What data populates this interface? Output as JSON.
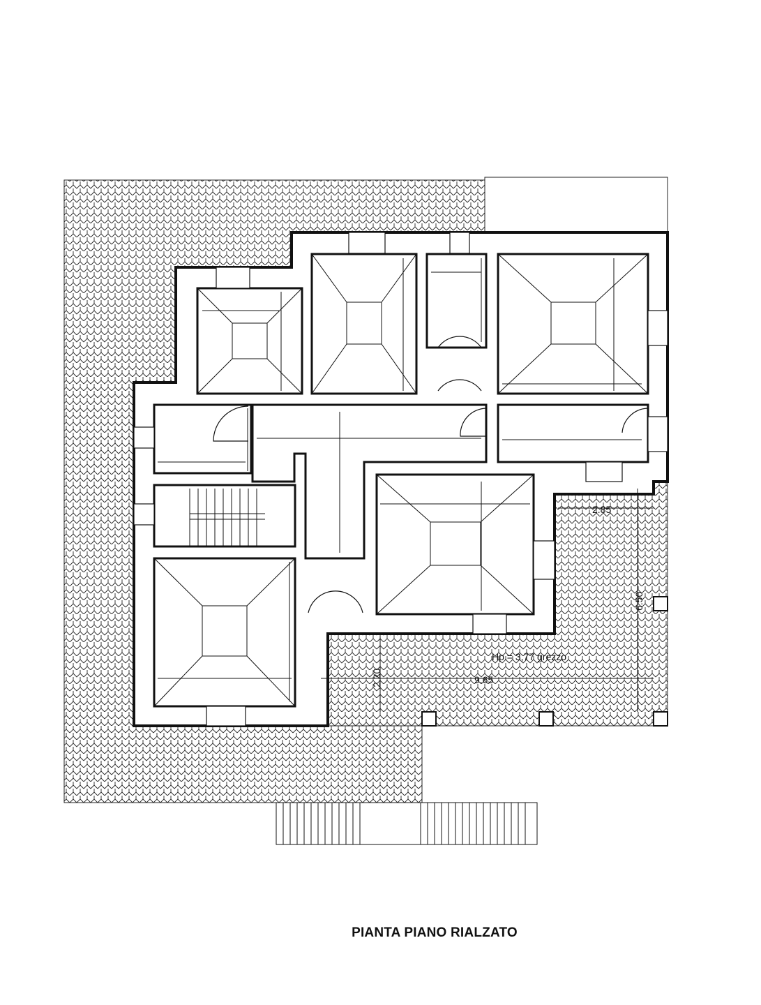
{
  "drawing": {
    "title": "PIANTA PIANO RIALZATO",
    "height_note": "Hp.= 3,77 grezzo"
  },
  "dimensions": {
    "porch_width": "2.85",
    "porch_depth": "6.50",
    "terrace_depth": "2.20",
    "terrace_width": "9.65"
  },
  "colors": {
    "line": "#111111",
    "paper": "#ffffff"
  }
}
